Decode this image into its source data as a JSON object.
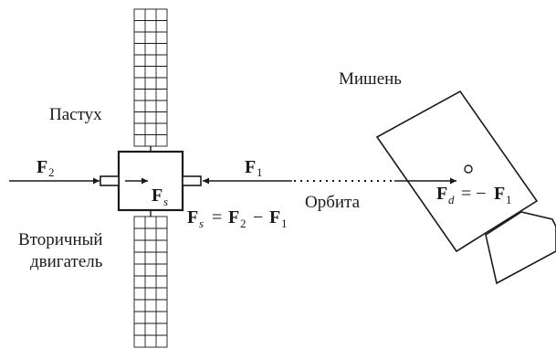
{
  "labels": {
    "shepherd": "Пастух",
    "secondary_engine_line1": "Вторичный",
    "secondary_engine_line2": "двигатель",
    "target": "Мишень",
    "orbit": "Орбита"
  },
  "vectors": {
    "f2": {
      "base": "F",
      "sub": "2"
    },
    "f1": {
      "base": "F",
      "sub": "1"
    },
    "fs": {
      "base": "F",
      "sub": "s"
    },
    "eq_fs": {
      "lhs_base": "F",
      "lhs_sub": "s",
      "eq": "=",
      "a_base": "F",
      "a_sub": "2",
      "minus": "−",
      "b_base": "F",
      "b_sub": "1"
    },
    "eq_fd": {
      "lhs_base": "F",
      "lhs_sub": "d",
      "eq": "= −",
      "rhs_base": "F",
      "rhs_sub": "1"
    }
  }
}
